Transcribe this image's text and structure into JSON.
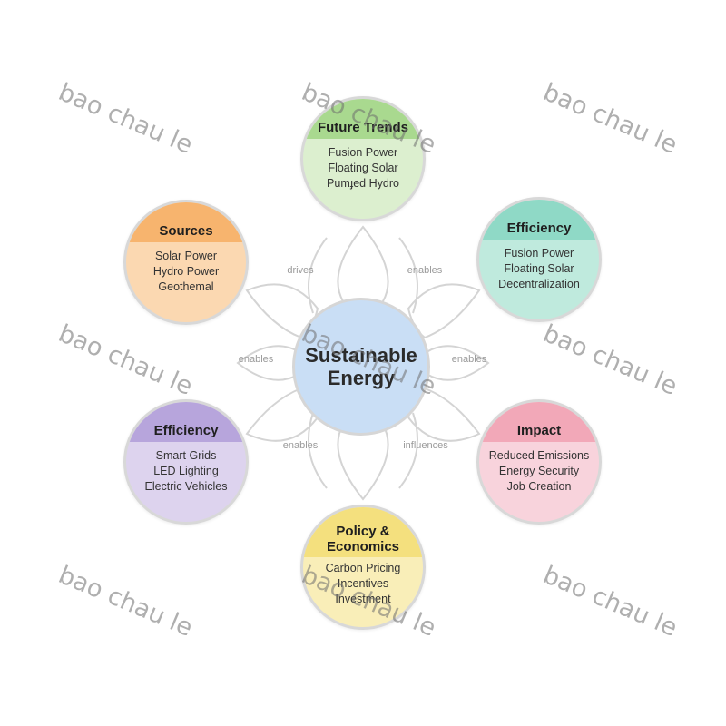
{
  "center": {
    "title": "Sustainable Energy"
  },
  "nodes": {
    "future_trends": {
      "title": "Future Trends",
      "items": [
        "Fusion Power",
        "Floating Solar",
        "Pumɟed Hydro"
      ],
      "cap_color": "#a9d98f",
      "body_color": "#dcefcf"
    },
    "sources": {
      "title": "Sources",
      "items": [
        "Solar Power",
        "Hydro Power",
        "Geothemal"
      ],
      "cap_color": "#f7b46e",
      "body_color": "#fbd8b1"
    },
    "efficiency_top": {
      "title": "Efficiency",
      "items": [
        "Fusion Power",
        "Floating Solar",
        "Decentralization"
      ],
      "cap_color": "#8fd9c6",
      "body_color": "#bfeadd"
    },
    "efficiency_left": {
      "title": "Efficiency",
      "items": [
        "Smart Grids",
        "LED Lighting",
        "Electric Vehicles"
      ],
      "cap_color": "#b7a5dc",
      "body_color": "#ddd3ee"
    },
    "impact": {
      "title": "Impact",
      "items": [
        "Reduced Emissions",
        "Energy Security",
        "Job Creation"
      ],
      "cap_color": "#f2a8b8",
      "body_color": "#f8d3dc"
    },
    "policy": {
      "title": "Policy & Economics",
      "items": [
        "Carbon Pricing",
        "Incentives",
        "Investment"
      ],
      "cap_color": "#f4e07e",
      "body_color": "#f9eeb8"
    }
  },
  "edges": {
    "drives": "drives",
    "enables_top_right": "enables",
    "enables_left": "enables",
    "enables_right": "enables",
    "enables_bottom_left": "enables",
    "influences": "influences"
  },
  "watermark": "bao chau le",
  "colors": {
    "center": "#c9def5",
    "petal_stroke": "#d4d4d4"
  }
}
